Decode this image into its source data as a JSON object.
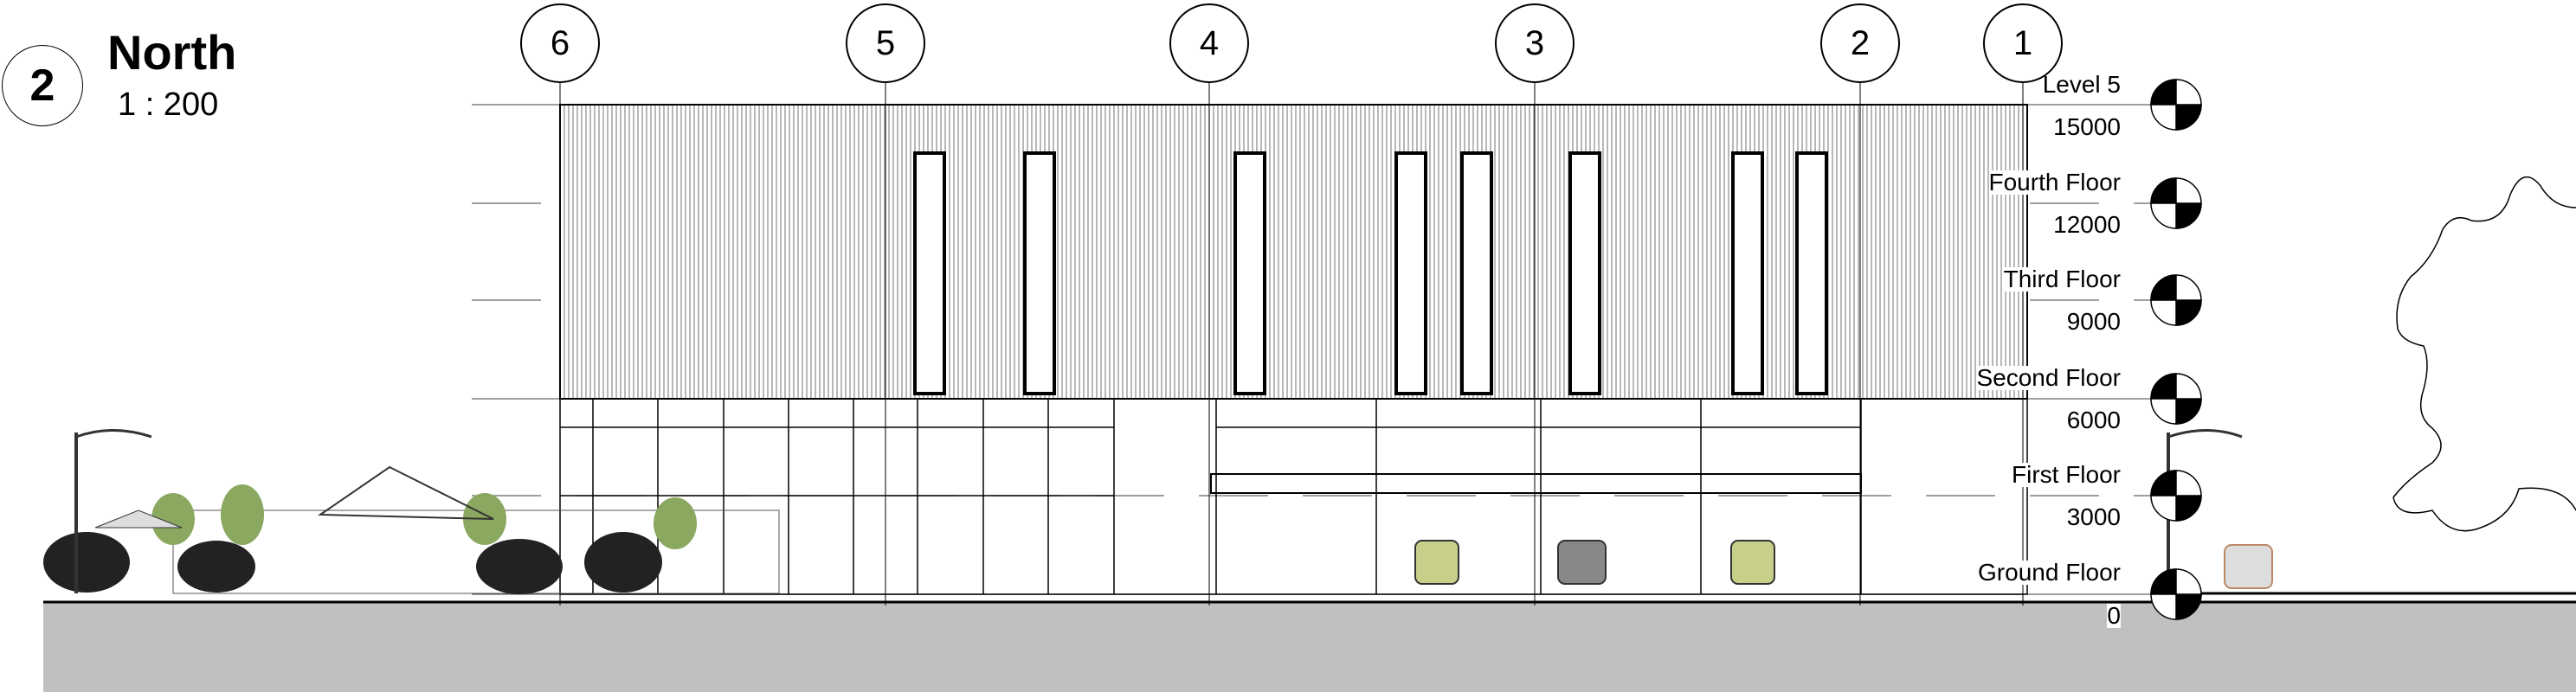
{
  "view": {
    "number": "2",
    "title": "North",
    "scale": "1 : 200"
  },
  "grids": [
    "6",
    "5",
    "4",
    "3",
    "2",
    "1"
  ],
  "levels": [
    {
      "name": "Level 5",
      "elevation": "15000"
    },
    {
      "name": "Fourth Floor",
      "elevation": "12000"
    },
    {
      "name": "Third Floor",
      "elevation": "9000"
    },
    {
      "name": "Second Floor",
      "elevation": "6000"
    },
    {
      "name": "First Floor",
      "elevation": "3000"
    },
    {
      "name": "Ground Floor",
      "elevation": "0"
    }
  ],
  "colors": {
    "ground": "#c0c0c0",
    "cladding": "#9a9a9a",
    "line": "#000000"
  }
}
